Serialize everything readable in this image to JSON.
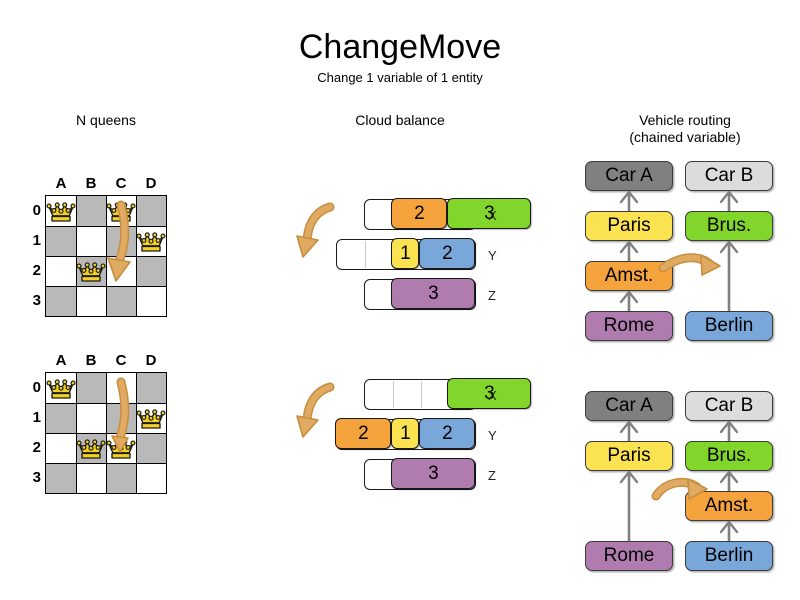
{
  "header": {
    "title": "ChangeMove",
    "subtitle": "Change 1 variable of 1 entity"
  },
  "sections": {
    "nqueens": {
      "title": "N queens"
    },
    "cloud": {
      "title": "Cloud balance"
    },
    "vehicle": {
      "title_line1": "Vehicle routing",
      "title_line2": "(chained variable)"
    }
  },
  "colors": {
    "orange": "#f5a33c",
    "green": "#82d62b",
    "yellow": "#fbe250",
    "blue": "#79a7d9",
    "purple": "#b07cb0",
    "gray_dark": "#808080",
    "gray_light": "#dcdcdc",
    "board_dark": "#b9b9b9",
    "board_light": "#ffffff",
    "queen": "#f2d024",
    "arrow_tan": "#e0aa63",
    "link_gray": "#808080"
  },
  "nqueens": {
    "column_labels": [
      "A",
      "B",
      "C",
      "D"
    ],
    "row_labels": [
      "0",
      "1",
      "2",
      "3"
    ],
    "before": {
      "queens": [
        {
          "col": "A",
          "row": "0"
        },
        {
          "col": "C",
          "row": "0"
        },
        {
          "col": "D",
          "row": "1"
        },
        {
          "col": "B",
          "row": "2"
        }
      ],
      "move": {
        "from_col": "C",
        "from_row": "0",
        "to_col": "C",
        "to_row": "2"
      }
    },
    "after": {
      "queens": [
        {
          "col": "A",
          "row": "0"
        },
        {
          "col": "D",
          "row": "1"
        },
        {
          "col": "B",
          "row": "2"
        },
        {
          "col": "C",
          "row": "2"
        }
      ],
      "move": {
        "from_col": "C",
        "from_row": "0",
        "to_col": "C",
        "to_row": "2"
      }
    }
  },
  "cloud_balance": {
    "row_labels": [
      "X",
      "Y",
      "Z"
    ],
    "before": {
      "rows": [
        {
          "label": "X",
          "capacity": 4,
          "empty_slots": 1,
          "processes": [
            {
              "value": "2",
              "color": "#f5a33c",
              "units": 2
            },
            {
              "value": "3",
              "color": "#82d62b",
              "units": 3
            }
          ]
        },
        {
          "label": "Y",
          "capacity": 5,
          "empty_slots": 2,
          "processes": [
            {
              "value": "1",
              "color": "#fbe250",
              "units": 1
            },
            {
              "value": "2",
              "color": "#79a7d9",
              "units": 2
            }
          ]
        },
        {
          "label": "Z",
          "capacity": 4,
          "empty_slots": 1,
          "processes": [
            {
              "value": "3",
              "color": "#b07cb0",
              "units": 3
            }
          ]
        }
      ]
    },
    "after": {
      "rows": [
        {
          "label": "X",
          "capacity": 4,
          "empty_slots": 3,
          "processes": [
            {
              "value": "3",
              "color": "#82d62b",
              "units": 3
            }
          ]
        },
        {
          "label": "Y",
          "capacity": 5,
          "empty_slots": 0,
          "processes": [
            {
              "value": "2",
              "color": "#f5a33c",
              "units": 2
            },
            {
              "value": "1",
              "color": "#fbe250",
              "units": 1
            },
            {
              "value": "2",
              "color": "#79a7d9",
              "units": 2
            }
          ]
        },
        {
          "label": "Z",
          "capacity": 4,
          "empty_slots": 1,
          "processes": [
            {
              "value": "3",
              "color": "#b07cb0",
              "units": 3
            }
          ]
        }
      ]
    },
    "moved_process": {
      "value": "2",
      "from_row": "X",
      "to_row": "Y"
    }
  },
  "vehicle_routing": {
    "before": {
      "chain_a": [
        "Car A",
        "Paris",
        "Amst.",
        "Rome"
      ],
      "chain_b": [
        "Car B",
        "Brus.",
        "Berlin"
      ],
      "moved_node": "Amst."
    },
    "after": {
      "chain_a": [
        "Car A",
        "Paris",
        "Rome"
      ],
      "chain_b": [
        "Car B",
        "Brus.",
        "Amst.",
        "Berlin"
      ],
      "moved_node": "Amst."
    },
    "node_colors": {
      "Car A": "#808080",
      "Car B": "#dcdcdc",
      "Paris": "#fbe250",
      "Brus.": "#82d62b",
      "Amst.": "#f5a33c",
      "Rome": "#b07cb0",
      "Berlin": "#79a7d9"
    }
  }
}
